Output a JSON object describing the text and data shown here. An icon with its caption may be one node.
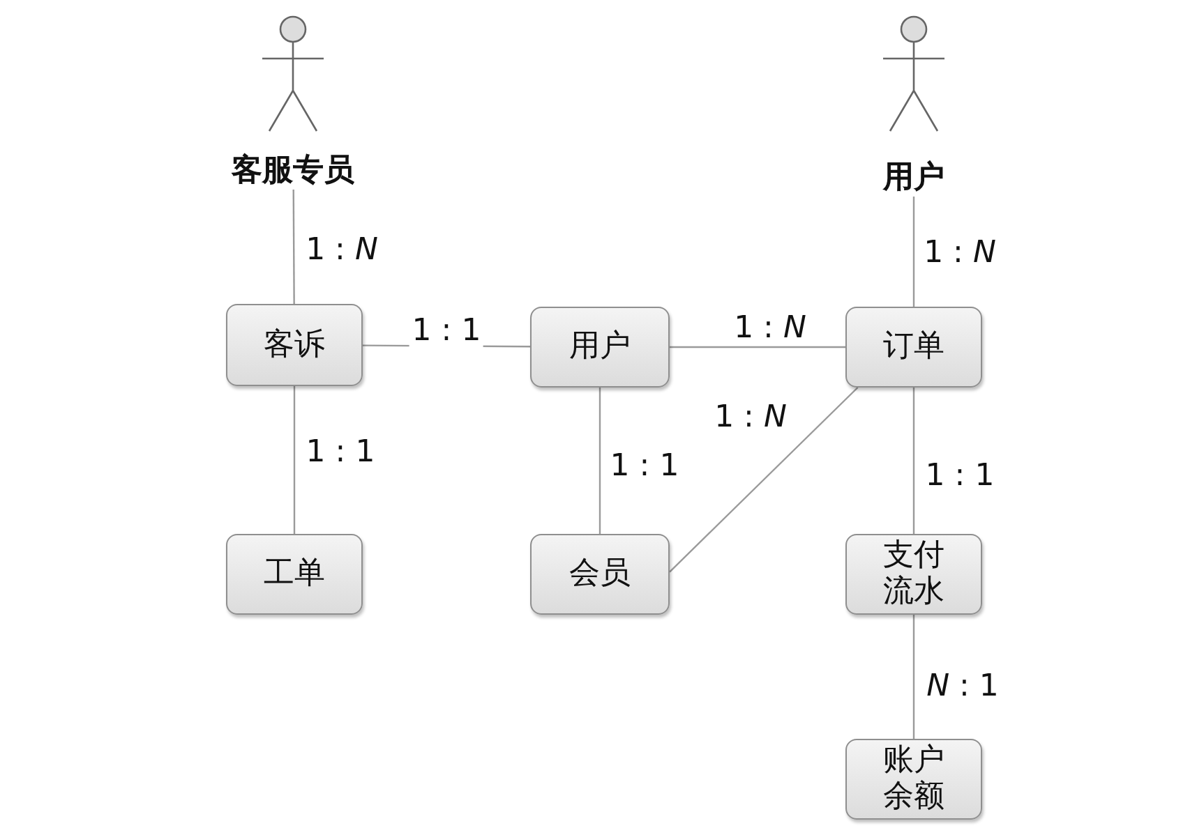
{
  "diagram": {
    "nodes": [
      {
        "text": [
          "客服专员"
        ]
      },
      {
        "text": [
          "用户"
        ]
      },
      {
        "text": [
          "客诉"
        ]
      },
      {
        "text": [
          "用户"
        ]
      },
      {
        "text": [
          "订单"
        ]
      },
      {
        "text": [
          "工单"
        ]
      },
      {
        "text": [
          "会员"
        ]
      },
      {
        "text": [
          "支付流水"
        ]
      },
      {
        "text": [
          "账户余额"
        ]
      }
    ],
    "edges": [
      {
        "from": 0,
        "to": 2,
        "arrow": "none",
        "label": "1 : *N*"
      },
      {
        "from": 2,
        "to": 3,
        "arrow": "none",
        "label": "1 : 1"
      },
      {
        "from": 3,
        "to": 4,
        "arrow": "none",
        "label": "1 : *N*"
      },
      {
        "from": 1,
        "to": 4,
        "arrow": "none",
        "label": "1 : *N*"
      },
      {
        "from": 2,
        "to": 5,
        "arrow": "none",
        "label": "1 : 1"
      },
      {
        "from": 3,
        "to": 6,
        "arrow": "none",
        "label": "1 : 1"
      },
      {
        "from": 4,
        "to": 6,
        "arrow": "none",
        "label": "1 : *N*"
      },
      {
        "from": 4,
        "to": 7,
        "arrow": "none",
        "label": "1 : 1"
      },
      {
        "from": 7,
        "to": 8,
        "arrow": "none",
        "label": "*N* : 1"
      }
    ]
  }
}
